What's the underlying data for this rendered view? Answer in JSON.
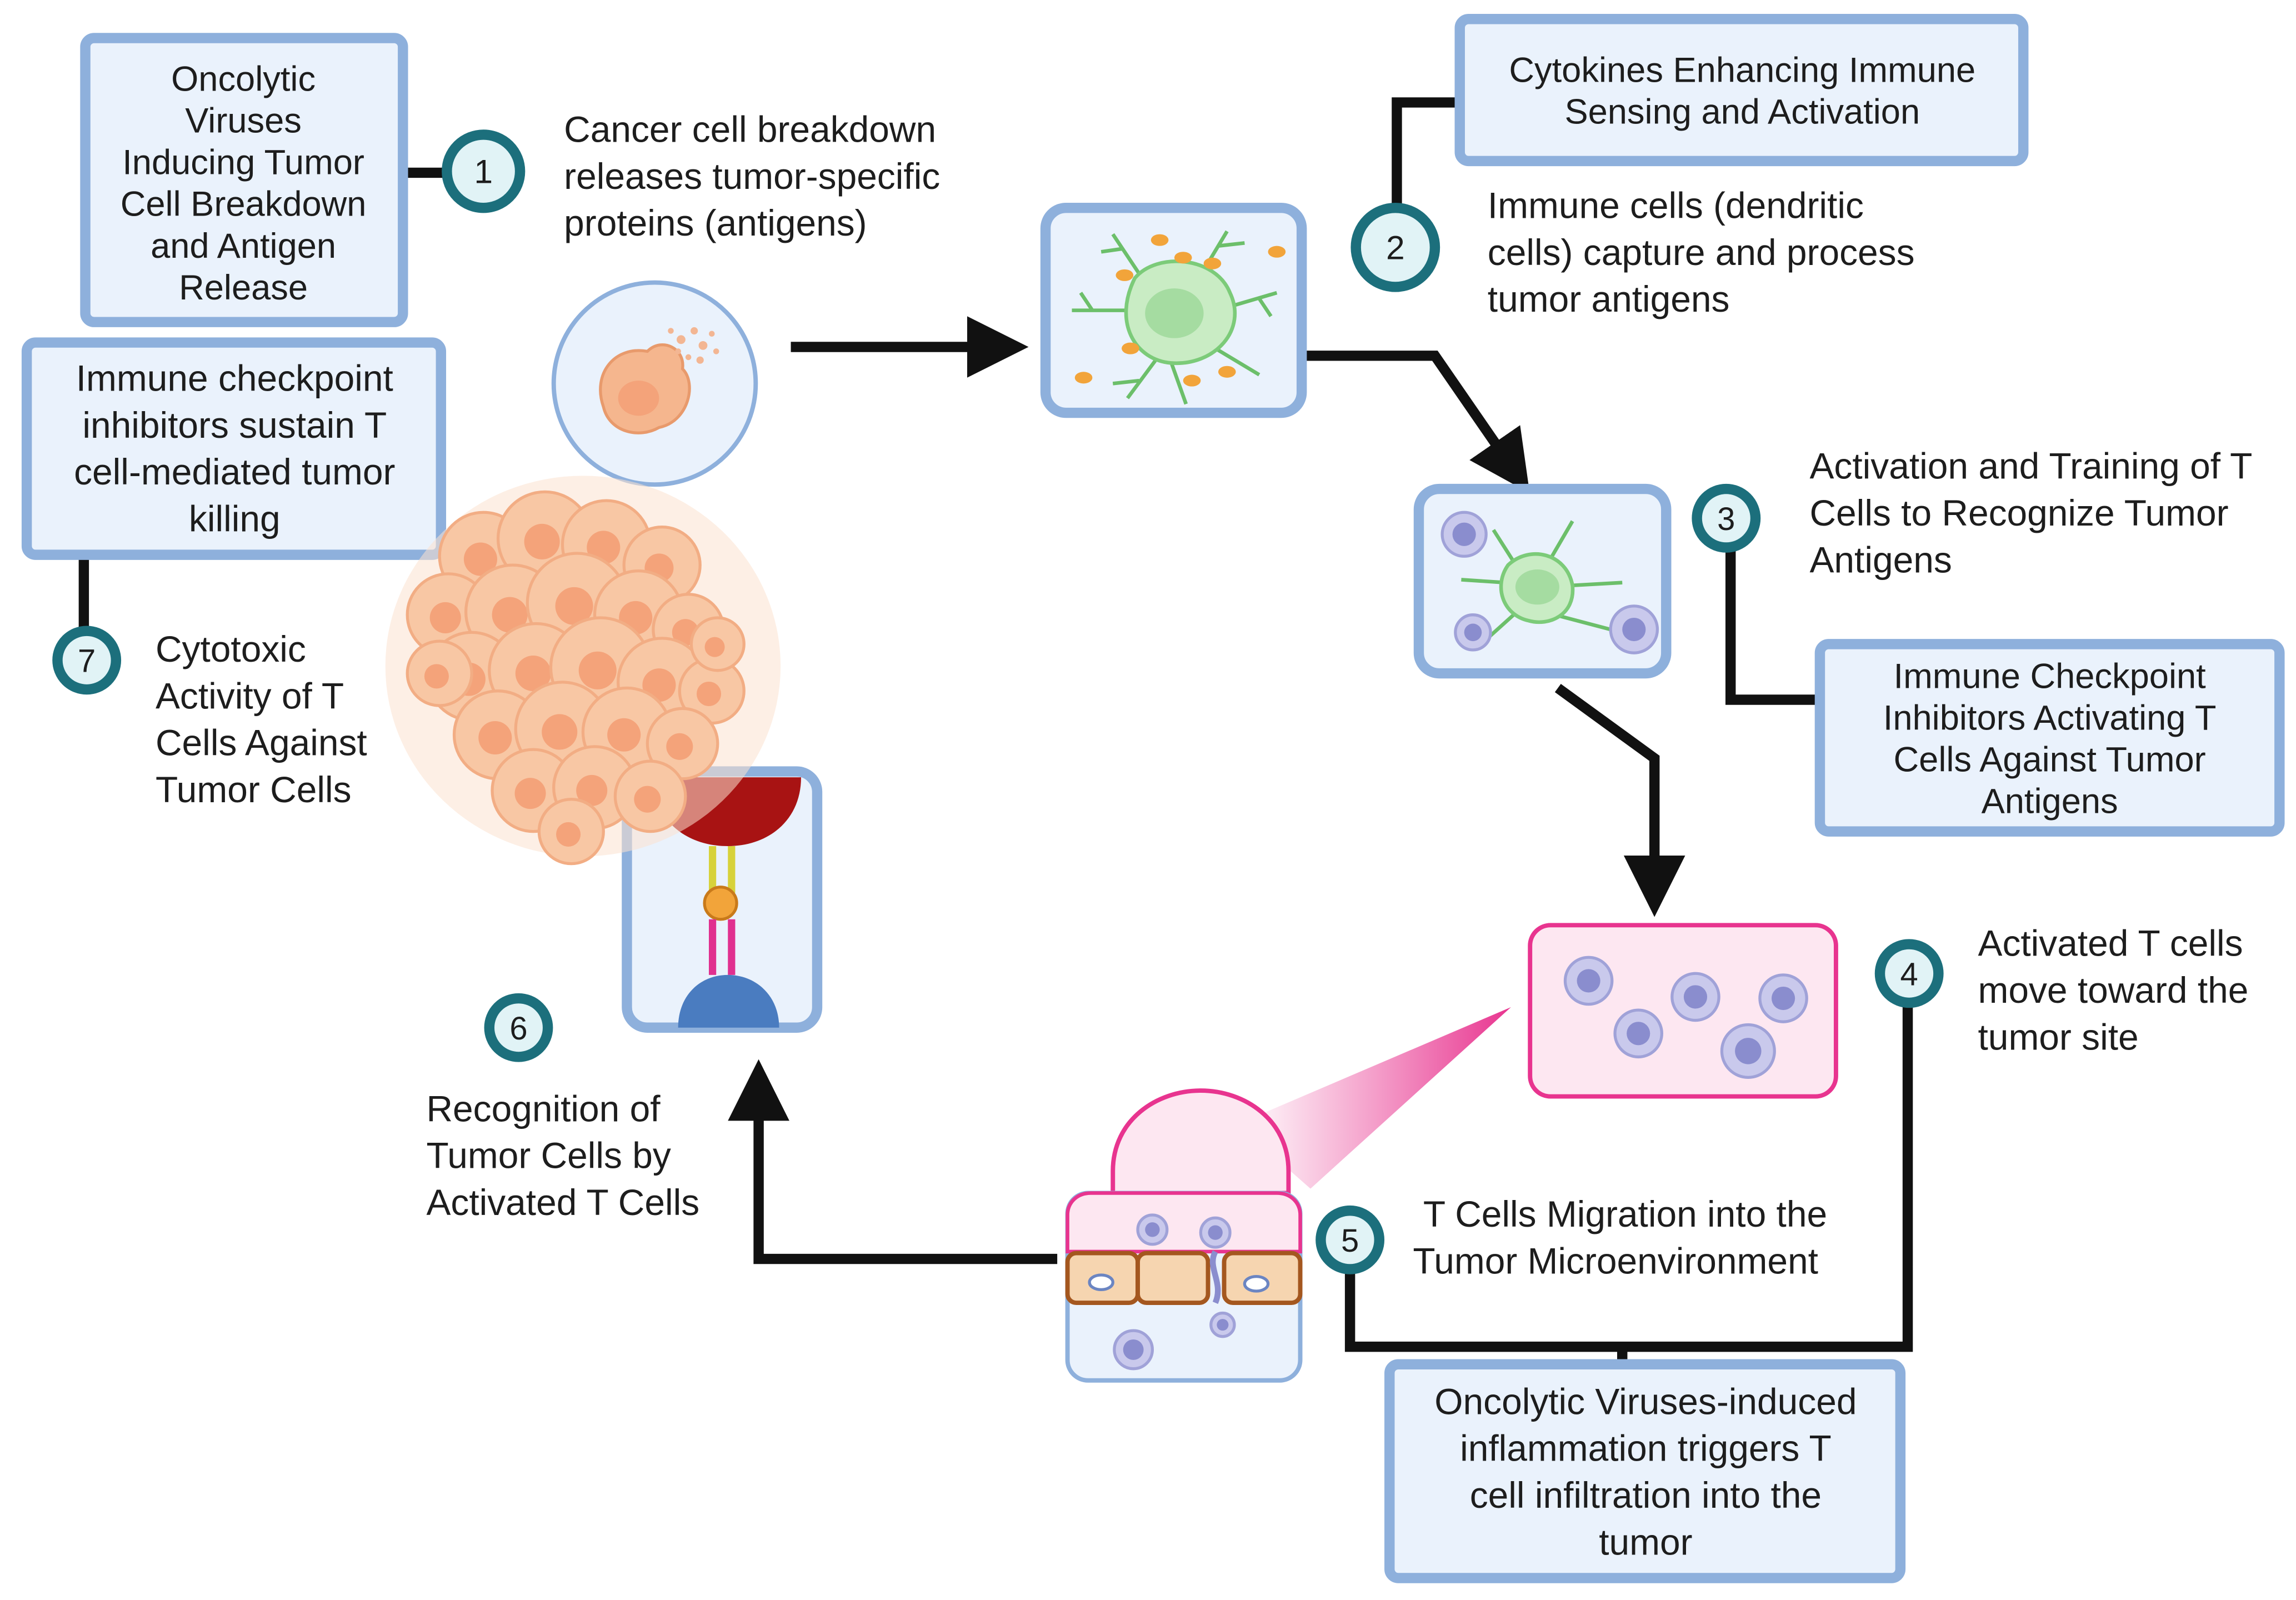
{
  "boxes": {
    "b1": [
      "Oncolytic",
      "Viruses",
      "Inducing Tumor",
      "Cell Breakdown",
      "and Antigen",
      "Release"
    ],
    "b2": [
      "Cytokines Enhancing Immune",
      "Sensing and Activation"
    ],
    "b3": [
      "Immune Checkpoint",
      "Inhibitors Activating T",
      "Cells Against Tumor",
      "Antigens"
    ],
    "b5": [
      "Oncolytic Viruses-induced",
      "inflammation triggers T",
      "cell infiltration into the",
      "tumor"
    ],
    "b7": [
      "Immune checkpoint",
      "inhibitors sustain T",
      "cell-mediated tumor",
      "killing"
    ]
  },
  "steps": [
    {
      "num": "1",
      "lines": [
        "Cancer cell breakdown",
        "releases tumor-specific",
        "proteins (antigens)"
      ]
    },
    {
      "num": "2",
      "lines": [
        "Immune cells (dendritic",
        "cells) capture and process",
        "tumor antigens"
      ]
    },
    {
      "num": "3",
      "lines": [
        "Activation and Training of T",
        "Cells to Recognize Tumor",
        "Antigens"
      ]
    },
    {
      "num": "4",
      "lines": [
        "Activated T cells",
        "move toward the",
        "tumor site"
      ]
    },
    {
      "num": "5",
      "lines": [
        "T Cells Migration into the",
        "Tumor Microenvironment"
      ]
    },
    {
      "num": "6",
      "lines": [
        "Recognition of",
        "Tumor Cells by",
        "Activated T Cells"
      ]
    },
    {
      "num": "7",
      "lines": [
        "Cytotoxic",
        "Activity of T",
        "Cells Against",
        "Tumor Cells"
      ]
    }
  ],
  "colors": {
    "box_fill": "#eaf2fc",
    "box_stroke": "#8eb0dc",
    "number_fill": "#e1f3f6",
    "number_stroke": "#1c6f7c",
    "tumor_orange": "#f5b68e",
    "dendritic_green": "#c9ecc4",
    "t_cell_purple": "#a9acdc",
    "vessel_pink": "#e8348f",
    "receptor_red": "#a81313",
    "receptor_blue": "#4a7cc0"
  },
  "icons": [
    "tumor-cell-icon",
    "dendritic-cell-icon",
    "t-cell-activation-icon",
    "t-cell-cluster-icon",
    "blood-vessel-icon",
    "tcr-mhc-icon",
    "tumor-mass-icon"
  ]
}
